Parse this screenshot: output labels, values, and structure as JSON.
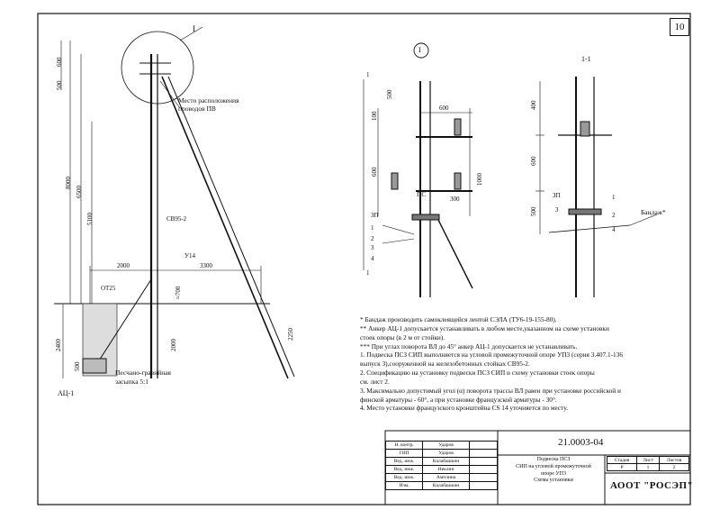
{
  "sheet_number": "10",
  "left_view": {
    "callout": "I",
    "wires_label_line1": "Место расположения",
    "wires_label_line2": "проводов ПВ",
    "dims_vertical": [
      "500",
      "600",
      "8000",
      "6500",
      "5100"
    ],
    "dim_2000": "2000",
    "dim_3300": "3300",
    "part_sv95": "СВ95-2",
    "part_u14": "У14",
    "part_ot25": "ОТ25",
    "dim_700": "≈700",
    "dim_2000v": "2000",
    "dim_2400": "2400",
    "dim_500": "500",
    "dim_2250": "2250",
    "anchor": "АЦ-1",
    "fill_line1": "Песчано-гравийная",
    "fill_line2": "засыпка 5:1"
  },
  "detail_view": {
    "callout": "I",
    "cut_mark": "1",
    "dim_500": "500",
    "dim_100": "100",
    "dim_600h": "600",
    "dim_600v": "600",
    "dim_1000": "1000",
    "dim_300": "300",
    "label_ps": "ПС",
    "label_zp": "ЗП",
    "pos1": "1",
    "pos2": "2",
    "pos3": "3",
    "pos4": "4"
  },
  "section_view": {
    "title": "1-1",
    "dim_400": "400",
    "dim_600": "600",
    "dim_500": "500",
    "label_zp": "ЗП",
    "pos1": "1",
    "pos2": "2",
    "pos3": "3",
    "pos4": "4",
    "bandage": "Бандаж*"
  },
  "notes": [
    "* Бандаж производить самоклеящейся лентой СЭЛА (ТУ6-19-155-80).",
    "** Анкер АЦ-1 допускается устанавливать в любом месте,указанном на схеме установки",
    "стоек опоры (в 2 м от стойки).",
    "*** При углах поворота ВЛ до 45° анкер АЦ-1 допускается не устанавливать.",
    "1. Подвеска ПСЗ СИП выполняется на угловой промежуточной опоре УП3 (серия 3.407.1-136",
    "выпуск 3),сооруженной на железобетонных стойках СВ95-2.",
    "2. Спецификацию на установку подвески ПСЗ СИП и схему установки стоек опоры",
    "см. лист 2.",
    "3. Максимально допустимый угол (α) поворота трассы ВЛ равен при установке российской и",
    "финской арматуры - 60°, а при установке французской арматуры - 30°.",
    "4. Место установки французского кронштейна CS 14 уточняется по месту."
  ],
  "stamp": {
    "code": "21.0003-04",
    "title_line1": "Подвеска ПСЗ",
    "title_line2": "СИП на угловой промежуточной",
    "title_line3": "опоре УП3",
    "title_line4": "Схема установки",
    "company": "АООТ \"РОСЭП\"",
    "stage_header": "Стадия",
    "sheet_header": "Лист",
    "sheets_header": "Листов",
    "stage": "Р",
    "sheet": "1",
    "sheets": "2",
    "rows": [
      {
        "role": "Н. контр.",
        "name": "Ударов"
      },
      {
        "role": "ГИП",
        "name": "Ударов"
      },
      {
        "role": "Вед. инж.",
        "name": "Калабашкин"
      },
      {
        "role": "Вед. инж.",
        "name": "Неклин"
      },
      {
        "role": "Вед. инж.",
        "name": "Амплина"
      },
      {
        "role": "Изм.",
        "name": "Калабашкин"
      }
    ]
  }
}
